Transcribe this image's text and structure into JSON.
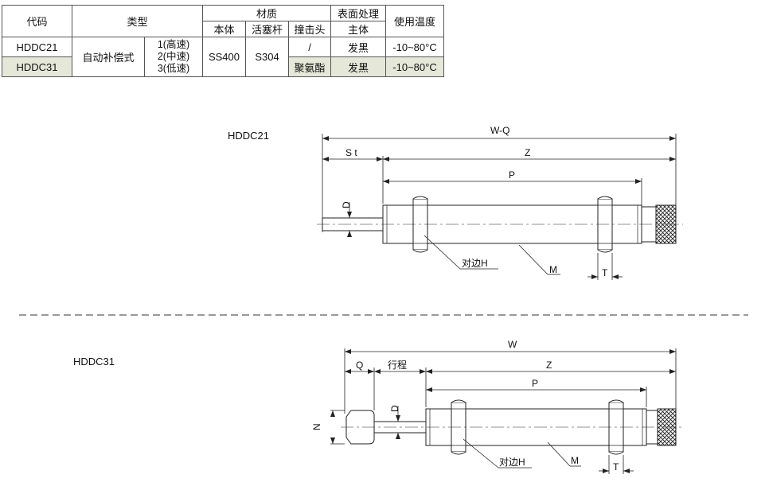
{
  "table": {
    "headers": {
      "code": "代码",
      "type": "类型",
      "material": "材质",
      "body": "本体",
      "rod": "活塞杆",
      "head": "撞击头",
      "surface": "表面处理",
      "main": "主体",
      "temp": "使用温度"
    },
    "rows": [
      {
        "code": "HDDC21",
        "head": "/",
        "surface": "发黑",
        "temp": "-10~80°C"
      },
      {
        "code": "HDDC31",
        "head": "聚氨酯",
        "surface": "发黑",
        "temp": "-10~80°C"
      }
    ],
    "shared": {
      "type_name": "自动补偿式",
      "speeds": [
        "1(高速)",
        "2(中速)",
        "3(低速)"
      ],
      "body": "SS400",
      "rod": "S304"
    }
  },
  "diagrams": {
    "top": {
      "model": "HDDC21",
      "dims": {
        "wq": "W-Q",
        "st": "S t",
        "z": "Z",
        "p": "P",
        "d": "D",
        "hex": "对边H",
        "m": "M",
        "t": "T"
      }
    },
    "bottom": {
      "model": "HDDC31",
      "dims": {
        "w": "W",
        "q": "Q",
        "stroke": "行程",
        "z": "Z",
        "p": "P",
        "d": "D",
        "n": "N",
        "hex": "对边H",
        "m": "M",
        "t": "T"
      }
    }
  }
}
